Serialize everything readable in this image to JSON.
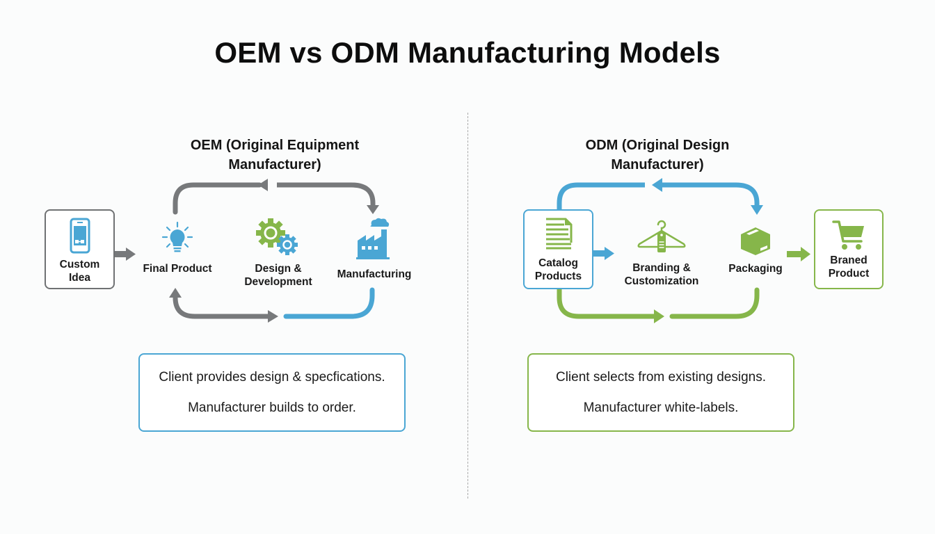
{
  "title": "OEM vs ODM Manufacturing Models",
  "colors": {
    "gray": "#77797b",
    "blue": "#4aa6d4",
    "green": "#86b64a",
    "oem_box_border": "#6f7173",
    "odm_catalog_border": "#4aa6d4",
    "odm_branded_border": "#86b64a"
  },
  "oem": {
    "title_line1": "OEM (Original Equipment",
    "title_line2": "Manufacturer)",
    "nodes": [
      {
        "id": "custom-idea",
        "icon": "smartphone-icon",
        "label_line1": "Custom",
        "label_line2": "Idea"
      },
      {
        "id": "final-product",
        "icon": "lightbulb-icon",
        "label_line1": "Final Product",
        "label_line2": ""
      },
      {
        "id": "design-development",
        "icon": "gears-icon",
        "label_line1": "Design &",
        "label_line2": "Development"
      },
      {
        "id": "manufacturing",
        "icon": "factory-icon",
        "label_line1": "Manufacturing",
        "label_line2": ""
      }
    ],
    "info": {
      "line1": "Client provides design & specfications.",
      "line2": "Manufacturer builds to order."
    }
  },
  "odm": {
    "title_line1": "ODM (Original Design",
    "title_line2": "Manufacturer)",
    "nodes": [
      {
        "id": "catalog-products",
        "icon": "catalog-document-icon",
        "label_line1": "Catalog",
        "label_line2": "Products"
      },
      {
        "id": "branding-customization",
        "icon": "hanger-tag-icon",
        "label_line1": "Branding &",
        "label_line2": "Customization"
      },
      {
        "id": "packaging",
        "icon": "box-icon",
        "label_line1": "Packaging",
        "label_line2": ""
      },
      {
        "id": "branded-product",
        "icon": "shopping-cart-icon",
        "label_line1": "Braned",
        "label_line2": "Product"
      }
    ],
    "info": {
      "line1": "Client selects from existing designs.",
      "line2": "Manufacturer white-labels."
    }
  }
}
